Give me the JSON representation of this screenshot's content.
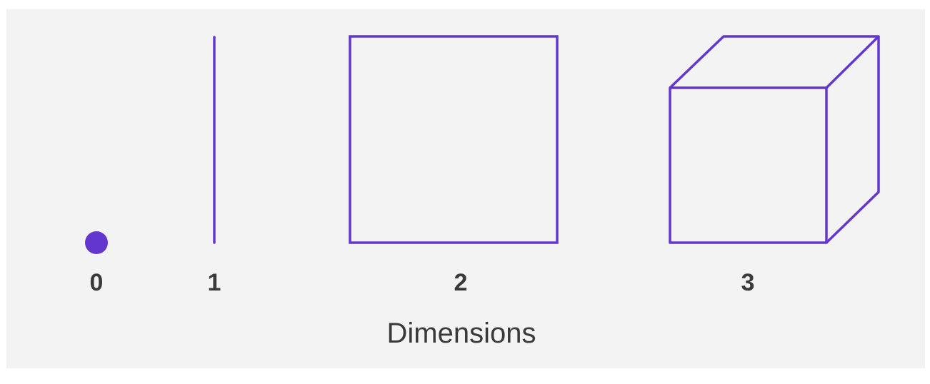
{
  "diagram": {
    "accent_color": "#6236cf",
    "background_color": "#f3f3f3",
    "text_color": "#3a3a3a",
    "shapes": [
      {
        "id": "point",
        "kind": "dot",
        "dimension_label": "0"
      },
      {
        "id": "line",
        "kind": "line",
        "dimension_label": "1"
      },
      {
        "id": "square",
        "kind": "square",
        "dimension_label": "2"
      },
      {
        "id": "cube",
        "kind": "cube",
        "dimension_label": "3"
      }
    ],
    "caption": "Dimensions"
  }
}
